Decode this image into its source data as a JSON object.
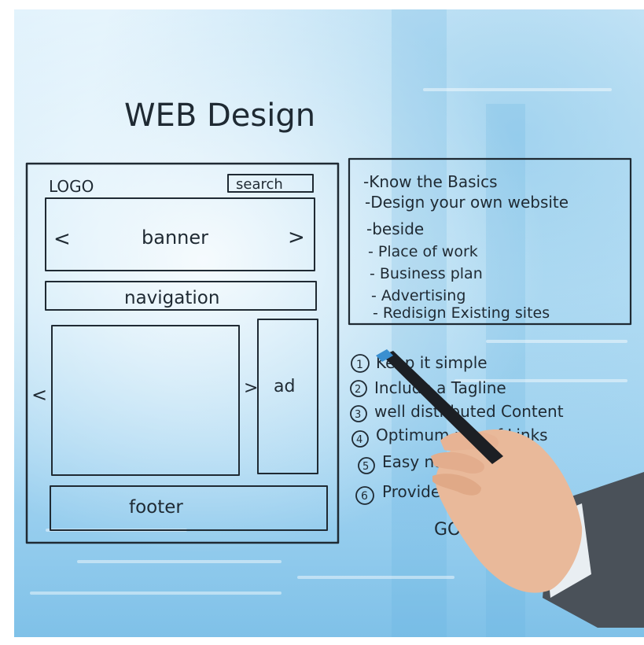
{
  "title": "WEB Design",
  "wireframe": {
    "logo": "LOGO",
    "search": "search",
    "banner": "banner",
    "banner_prev": "<",
    "banner_next": ">",
    "navigation": "navigation",
    "content_prev": "<",
    "content_next": ">",
    "ad": "ad",
    "footer": "footer"
  },
  "basics_list": [
    "-Know the Basics",
    "-Design your own website",
    "-beside",
    "- Place of work",
    "- Business plan",
    "- Advertising",
    "- Redisign Existing sites"
  ],
  "tips_list": [
    {
      "num": "1",
      "text": "Keep it simple"
    },
    {
      "num": "2",
      "text": "Include a Tagline"
    },
    {
      "num": "3",
      "text": "well distributed Content"
    },
    {
      "num": "4",
      "text": "Optimum use of Links"
    },
    {
      "num": "5",
      "text": "Easy navigation"
    },
    {
      "num": "6",
      "text": "Provide a search Box"
    }
  ],
  "closing": "GO!",
  "colors": {
    "ink": "#1f2a33",
    "background": "#c6e6f7",
    "accent": "#7fc1e8"
  }
}
